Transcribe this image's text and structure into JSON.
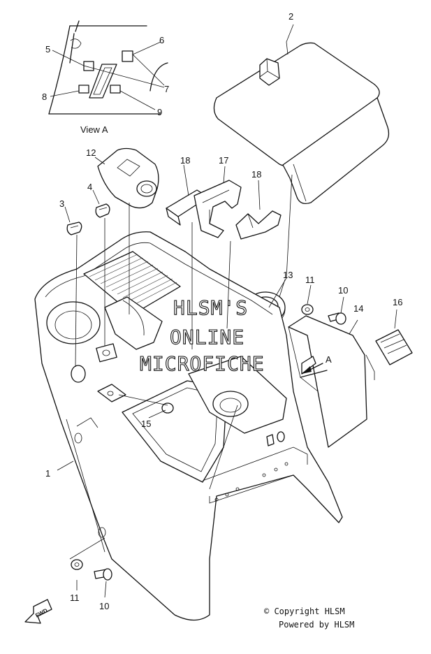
{
  "callouts": {
    "c1": "1",
    "c2": "2",
    "c3": "3",
    "c4": "4",
    "c5": "5",
    "c6": "6",
    "c7": "7",
    "c8": "8",
    "c9": "9",
    "c10a": "10",
    "c10b": "10",
    "c11a": "11",
    "c11b": "11",
    "c12": "12",
    "c13": "13",
    "c14": "14",
    "c15": "15",
    "c16": "16",
    "c17": "17",
    "c18a": "18",
    "c18b": "18"
  },
  "view_a": {
    "caption": "View A",
    "arrow_label": "A"
  },
  "fwd": {
    "label": "FWD"
  },
  "watermark": {
    "line1": "HLSM'S",
    "line2": "ONLINE",
    "line3": "MICROFICHE"
  },
  "footer": {
    "copyright": "© Copyright HLSM",
    "powered": "Powered by HLSM"
  }
}
